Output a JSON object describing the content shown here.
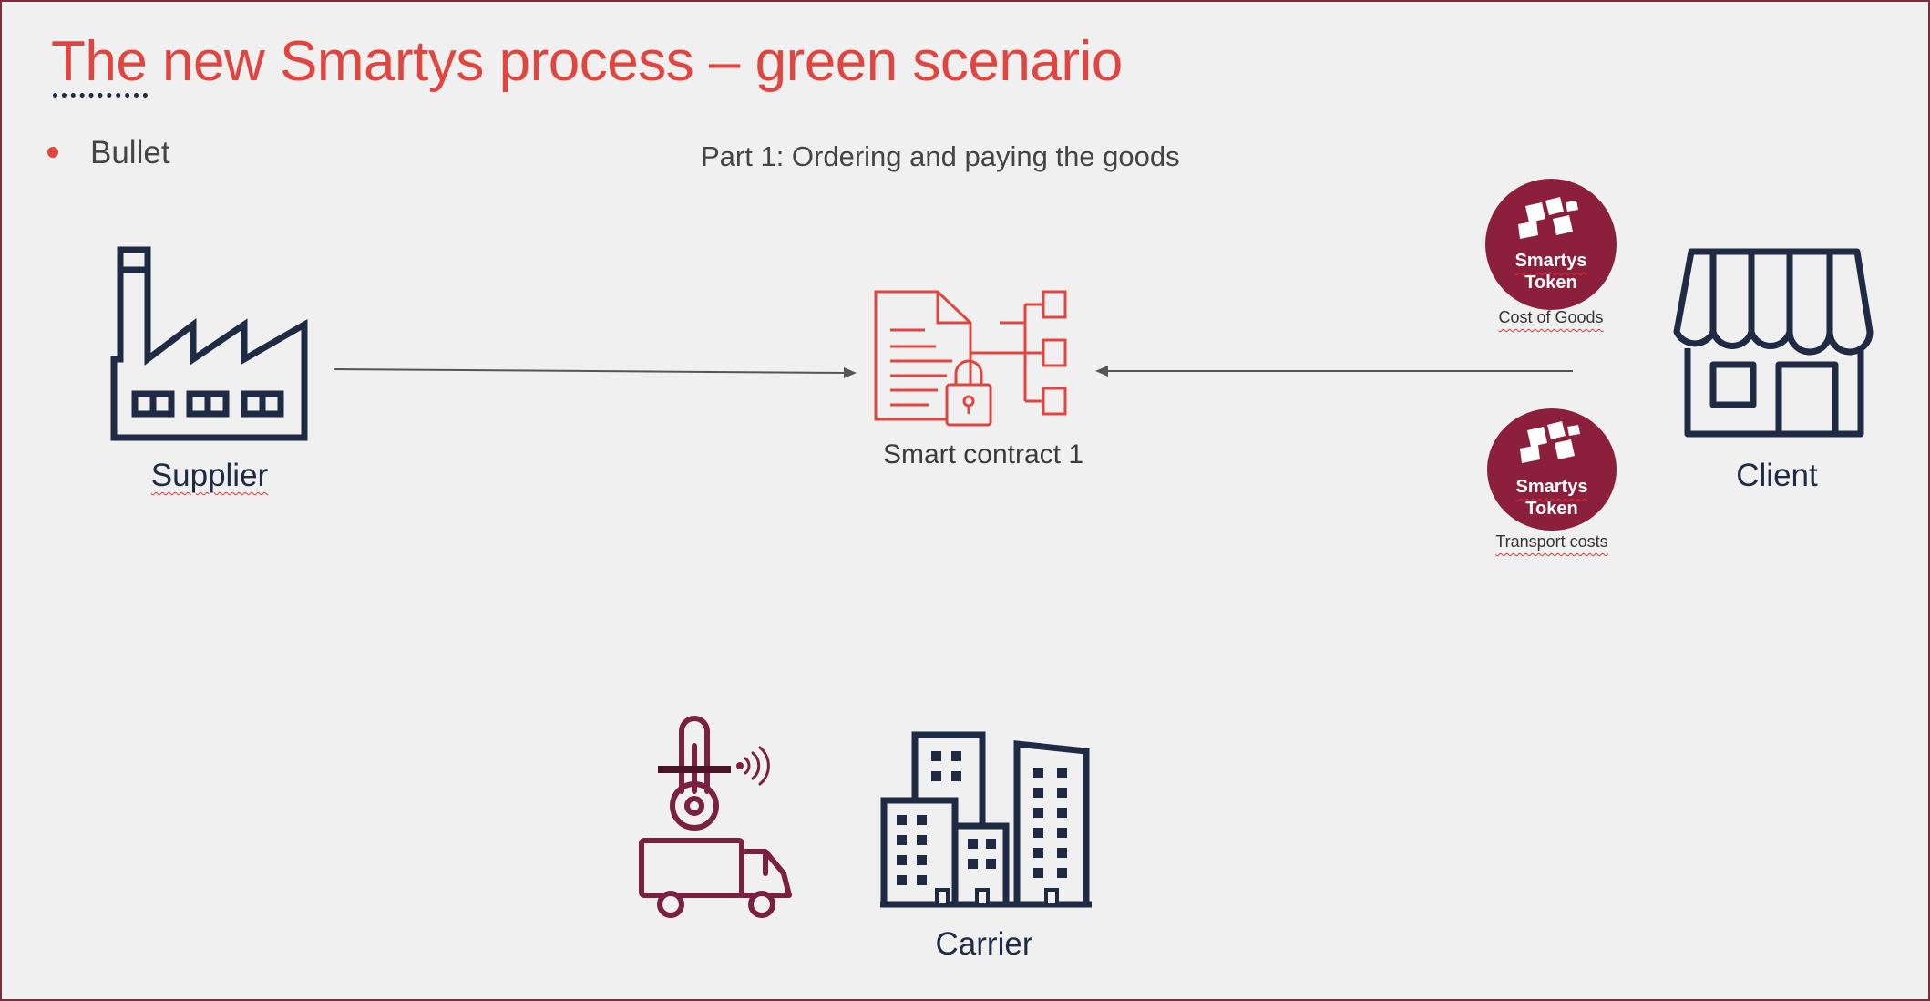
{
  "slide": {
    "title": "The new Smartys process – green scenario",
    "bullet": "Bullet",
    "subtitle": "Part 1: Ordering and paying the goods"
  },
  "nodes": {
    "supplier": {
      "label": "Supplier",
      "icon": "factory-icon"
    },
    "smart_contract": {
      "label": "Smart contract 1",
      "icon": "smart-contract-icon"
    },
    "client": {
      "label": "Client",
      "icon": "storefront-icon"
    },
    "carrier": {
      "label": "Carrier",
      "icon": "office-buildings-icon"
    },
    "sensor_truck": {
      "icon": "temperature-sensor-truck-icon"
    }
  },
  "tokens": [
    {
      "line1": "Smartys",
      "line2": "Token",
      "caption": "Cost of Goods"
    },
    {
      "line1": "Smartys",
      "line2": "Token",
      "caption": "Transport costs"
    }
  ],
  "colors": {
    "accent": "#e0463f",
    "navy": "#1f2a44",
    "token": "#8b1f3c",
    "truck": "#7a2040"
  }
}
